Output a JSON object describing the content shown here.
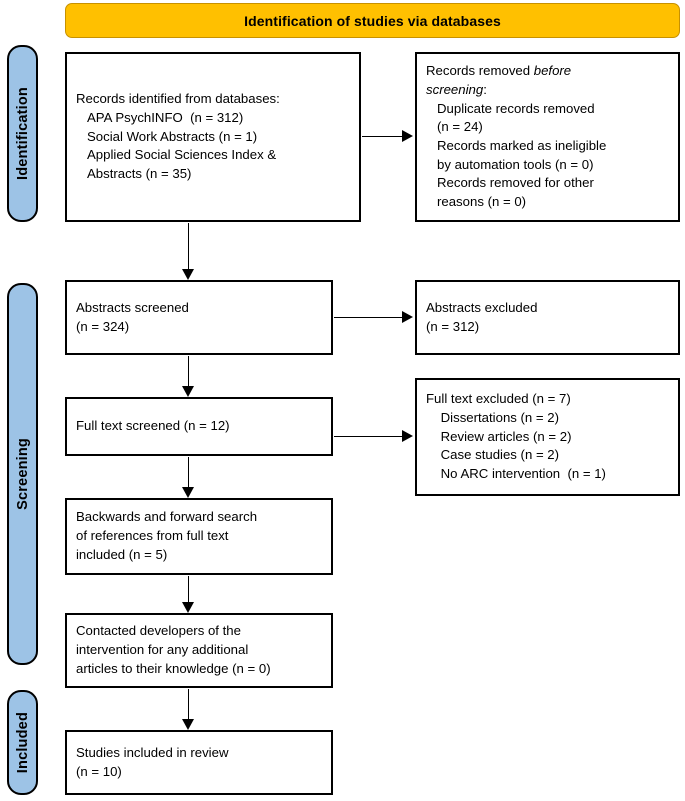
{
  "banner": {
    "title": "Identification of studies via databases",
    "color": "#FFC000"
  },
  "stages": {
    "color": "#9DC3E6",
    "identification": {
      "label": "Identification"
    },
    "screening": {
      "label": "Screening"
    },
    "included": {
      "label": "Included"
    }
  },
  "boxes": {
    "records_identified": {
      "title": "Records identified from databases:",
      "lines": [
        "   APA PsychINFO  (n = 312)",
        "   Social Work Abstracts (n = 1)",
        "   Applied Social Sciences Index &",
        "   Abstracts (n = 35)"
      ],
      "text": "Records identified from databases:\n   APA PsychINFO  (n = 312)\n   Social Work Abstracts (n = 1)\n   Applied Social Sciences Index &\n   Abstracts (n = 35)"
    },
    "records_removed": {
      "line1_normal": "Records removed ",
      "line1_italic": "before",
      "line2_italic": "screening",
      "line2_normal": ":",
      "rest": "\n   Duplicate records removed\n   (n = 24)\n   Records marked as ineligible\n   by automation tools (n = 0)\n   Records removed for other\n   reasons (n = 0)"
    },
    "abstracts_screened": {
      "text": "Abstracts screened\n(n = 324)"
    },
    "abstracts_excluded": {
      "text": "Abstracts excluded\n(n = 312)"
    },
    "fulltext_screened": {
      "text": "Full text screened (n = 12)"
    },
    "fulltext_excluded": {
      "text": "Full text excluded (n = 7)\n    Dissertations (n = 2)\n    Review articles (n = 2)\n    Case studies (n = 2)\n    No ARC intervention  (n = 1)"
    },
    "backward_forward": {
      "text": "Backwards and forward search\nof references from full text\nincluded (n = 5)"
    },
    "contacted_developers": {
      "text": "Contacted developers of the\nintervention for any additional\narticles to their knowledge (n = 0)"
    },
    "studies_included": {
      "text": "Studies included in review\n(n = 10)"
    }
  },
  "flow_counts": {
    "apa_psychinfo": 312,
    "social_work_abstracts": 1,
    "applied_social_sciences_index_abstracts": 35,
    "duplicate_records_removed": 24,
    "records_marked_ineligible_automation": 0,
    "records_removed_other_reasons": 0,
    "abstracts_screened": 324,
    "abstracts_excluded": 312,
    "fulltext_screened": 12,
    "fulltext_excluded_total": 7,
    "fulltext_excluded_dissertations": 2,
    "fulltext_excluded_review_articles": 2,
    "fulltext_excluded_case_studies": 2,
    "fulltext_excluded_no_arc_intervention": 1,
    "backward_forward_included": 5,
    "contacted_developers_additional": 0,
    "studies_included_in_review": 10
  }
}
